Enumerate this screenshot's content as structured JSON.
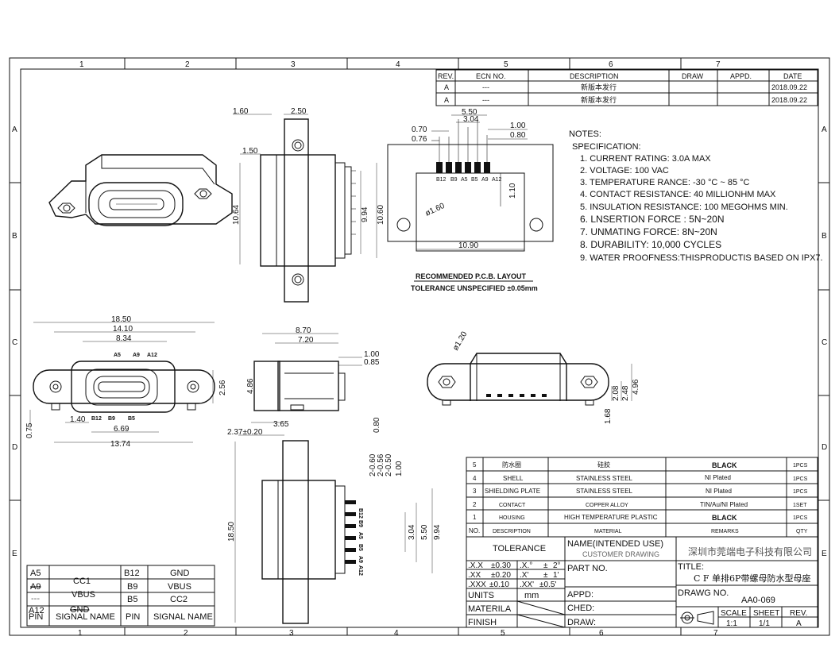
{
  "frame": {
    "top_cols": [
      "1",
      "2",
      "3",
      "4",
      "5",
      "6",
      "7"
    ],
    "bottom_cols": [
      "1",
      "2",
      "3",
      "4",
      "5",
      "6",
      "7"
    ],
    "left_rows": [
      "A",
      "B",
      "C",
      "D",
      "E"
    ],
    "right_rows": [
      "A",
      "B",
      "C",
      "D",
      "E"
    ]
  },
  "revision_table": {
    "headers": [
      "REV.",
      "ECN NO.",
      "DESCRIPTION",
      "DRAW",
      "APPD.",
      "DATE"
    ],
    "rows": [
      [
        "A",
        "---",
        "新版本发行",
        "",
        "",
        "2018.09.22"
      ],
      [
        "A",
        "---",
        "新版本发行",
        "",
        "",
        "2018.09.22"
      ]
    ]
  },
  "notes": {
    "title": "NOTES:",
    "subtitle": "SPECIFICATION:",
    "items": [
      "1. CURRENT RATING: 3.0A MAX",
      "2. VOLTAGE: 100 VAC",
      "3. TEMPERATURE RANCE: -30 °C ~ 85 °C",
      "4. CONTACT RESISTANCE: 40 MILLIONHM MAX",
      "5. INSULATION RESISTANCE: 100 MEGOHMS MIN.",
      "6. LNSERTION FORCE : 5N~20N",
      "7. UNMATING FORCE: 8N~20N",
      "8. DURABILITY: 10,000 CYCLES",
      "9. WATER PROOFNESS:THISPRODUCTIS BASED ON IPX7."
    ]
  },
  "pcb_layout": {
    "title": "RECOMMENDED P.C.B. LAYOUT",
    "tolerance": "TOLERANCE UNSPECIFIED ±0.05mm",
    "pins": [
      "B12",
      "B9",
      "A5",
      "B5",
      "A9",
      "A12"
    ],
    "dims": [
      "5.50",
      "3.04",
      "1.00",
      "0.80",
      "0.70",
      "0.76",
      "1.10",
      "ø1.60",
      "10.90"
    ]
  },
  "side_view_top_dims": [
    "1.60",
    "2.50",
    "1.50",
    "10.64",
    "9.94",
    "10.60"
  ],
  "front_view": {
    "dims": [
      "18.50",
      "14.10",
      "8.34",
      "2.56",
      "1.40",
      "6.69",
      "13.74",
      "0.75"
    ],
    "top_pins": [
      "A5",
      "A9",
      "A12"
    ],
    "bottom_pins": [
      "B12",
      "B9",
      "B5"
    ]
  },
  "mid_view_dims": [
    "8.70",
    "7.20",
    "1.00",
    "0.85",
    "4.86",
    "3.65",
    "0.80"
  ],
  "right_view_dims": [
    "ø1.20",
    "4.96",
    "2.48",
    "2.08",
    "1.68"
  ],
  "bottom_view": {
    "dims": [
      "2.37±0.20",
      "18.50",
      "2-0.60",
      "2-0.56",
      "2-0.50",
      "1.00",
      "3.04",
      "5.50",
      "9.94"
    ],
    "pins": [
      "B12",
      "B9",
      "A5",
      "B5",
      "A9",
      "A12"
    ]
  },
  "bom": {
    "rows": [
      [
        "5",
        "防水圈",
        "硅胶",
        "BLACK",
        "1PCS"
      ],
      [
        "4",
        "SHELL",
        "STAINLESS STEEL",
        "NI Plated",
        "1PCS"
      ],
      [
        "3",
        "SHIELDING PLATE",
        "STAINLESS STEEL",
        "NI Plated",
        "1PCS"
      ],
      [
        "2",
        "CONTACT",
        "COPPER ALLOY",
        "TIN/Au/NI Plated",
        "1SET"
      ],
      [
        "1",
        "HOUSING",
        "HIGH TEMPERATURE PLASTIC",
        "BLACK",
        "1PCS"
      ]
    ],
    "header": [
      "NO.",
      "DESCRIPTION",
      "MATERIAL",
      "REMARKS",
      "QTY"
    ]
  },
  "title_block": {
    "tolerance_label": "TOLERANCE",
    "name_label": "NAME(INTENDED USE)",
    "customer": "CUSTOMER DRAWING",
    "company": "深圳市莞端电子科技有限公司",
    "tol_rows": [
      [
        ".X.X",
        "±0.30",
        ".X.°",
        "±",
        "2°"
      ],
      [
        ".XX",
        "±0.20",
        ".X'",
        "±",
        "1'"
      ],
      [
        ".XXX",
        "±0.10",
        ".XX'",
        "±0.5'",
        ""
      ]
    ],
    "part_no_label": "PART NO.",
    "title_label": "TITLE:",
    "title_value": "C F 单排6P带螺母防水型母座",
    "units_label": "UNITS",
    "units_value": "mm",
    "material_label": "MATERILA",
    "finish_label": "FINISH",
    "appd_label": "APPD:",
    "ched_label": "CHED:",
    "draw_label": "DRAW:",
    "drawing_no_label": "DRAWG NO.",
    "drawing_no": "AA0-069",
    "scale_label": "SCALE",
    "scale_value": "1:1",
    "sheet_label": "SHEET",
    "sheet_value": "1/1",
    "rev_label": "REV.",
    "rev_value": "A"
  },
  "pin_table": {
    "rows": [
      [
        "A5",
        "CC1",
        "B12",
        "GND"
      ],
      [
        "A9",
        "VBUS",
        "B9",
        "VBUS"
      ],
      [
        "---",
        "",
        "B5",
        "CC2"
      ],
      [
        "A12",
        "GND",
        "",
        ""
      ]
    ],
    "footer": [
      "PIN",
      "SIGNAL NAME",
      "PIN",
      "SIGNAL NAME"
    ]
  }
}
